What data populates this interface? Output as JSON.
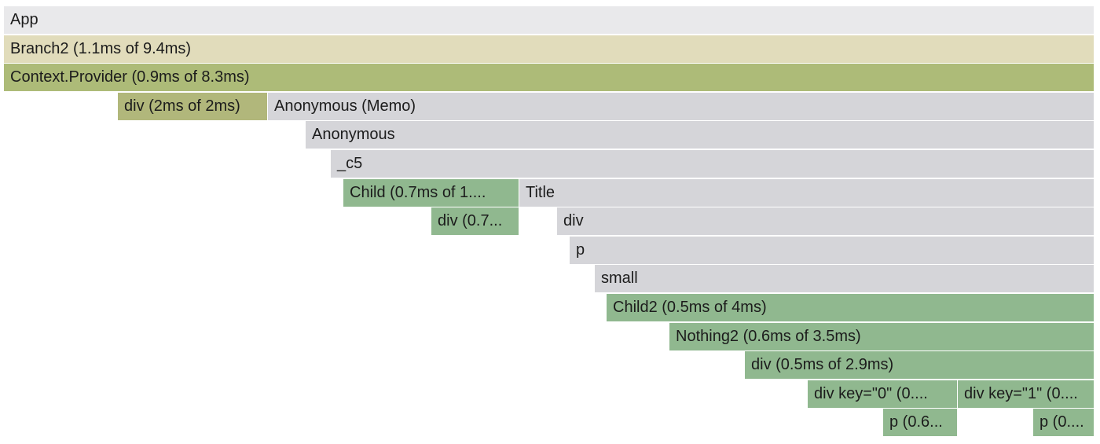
{
  "colors": {
    "app": "#e9e9eb",
    "not_rendered": "#d5d5d9",
    "branch2": "#e1dcbb",
    "context_provider": "#adbb78",
    "div_warm": "#b1b77b",
    "rendered": "#90b88f"
  },
  "nodes": [
    {
      "id": "app",
      "label": "App",
      "depth": 0,
      "color_key": "app"
    },
    {
      "id": "branch2",
      "label": "Branch2 (1.1ms of 9.4ms)",
      "depth": 1,
      "color_key": "branch2"
    },
    {
      "id": "context-provider",
      "label": "Context.Provider (0.9ms of 8.3ms)",
      "depth": 2,
      "color_key": "context_provider"
    },
    {
      "id": "div-2ms",
      "label": "div (2ms of 2ms)",
      "depth": 3,
      "color_key": "div_warm"
    },
    {
      "id": "anonymous-memo",
      "label": "Anonymous (Memo)",
      "depth": 3,
      "color_key": "not_rendered"
    },
    {
      "id": "anonymous",
      "label": "Anonymous",
      "depth": 4,
      "color_key": "not_rendered"
    },
    {
      "id": "c5",
      "label": "_c5",
      "depth": 5,
      "color_key": "not_rendered"
    },
    {
      "id": "child",
      "label": "Child (0.7ms of 1....",
      "depth": 6,
      "color_key": "rendered"
    },
    {
      "id": "title",
      "label": "Title",
      "depth": 6,
      "color_key": "not_rendered"
    },
    {
      "id": "div-child",
      "label": "div (0.7...",
      "depth": 7,
      "color_key": "rendered"
    },
    {
      "id": "div-title",
      "label": "div",
      "depth": 7,
      "color_key": "not_rendered"
    },
    {
      "id": "p",
      "label": "p",
      "depth": 8,
      "color_key": "not_rendered"
    },
    {
      "id": "small",
      "label": "small",
      "depth": 9,
      "color_key": "not_rendered"
    },
    {
      "id": "child2",
      "label": "Child2 (0.5ms of 4ms)",
      "depth": 10,
      "color_key": "rendered"
    },
    {
      "id": "nothing2",
      "label": "Nothing2 (0.6ms of 3.5ms)",
      "depth": 11,
      "color_key": "rendered"
    },
    {
      "id": "div-nothing2",
      "label": "div (0.5ms of 2.9ms)",
      "depth": 12,
      "color_key": "rendered"
    },
    {
      "id": "div-key-0",
      "label": "div key=\"0\" (0....",
      "depth": 13,
      "color_key": "rendered"
    },
    {
      "id": "div-key-1",
      "label": "div key=\"1\" (0....",
      "depth": 13,
      "color_key": "rendered"
    },
    {
      "id": "p-key-0",
      "label": "p (0.6...",
      "depth": 14,
      "color_key": "rendered"
    },
    {
      "id": "p-key-1",
      "label": "p (0....",
      "depth": 14,
      "color_key": "rendered"
    }
  ]
}
